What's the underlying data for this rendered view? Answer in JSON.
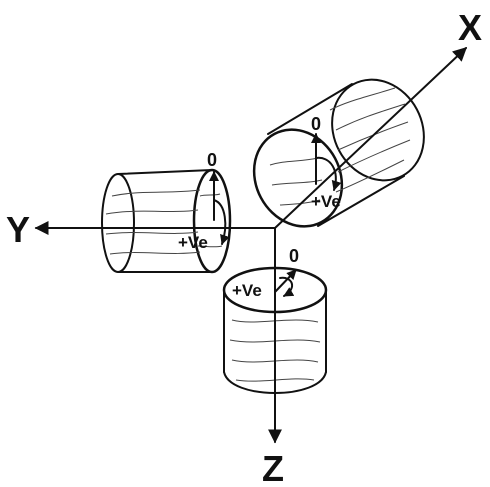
{
  "axes": {
    "x_label": "X",
    "y_label": "Y",
    "z_label": "Z"
  },
  "rotations": {
    "x_zero": "0",
    "x_positive": "+Ve",
    "y_zero": "0",
    "y_positive": "+Ve",
    "z_zero": "0",
    "z_positive": "+Ve"
  }
}
